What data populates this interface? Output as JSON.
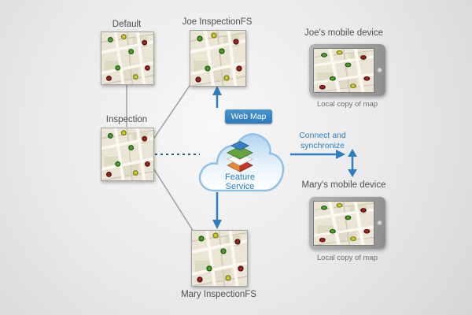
{
  "diagram": {
    "maps": {
      "default_label": "Default",
      "joe_fs_label": "Joe InspectionFS",
      "inspection_label": "Inspection",
      "mary_fs_label": "Mary InspectionFS"
    },
    "cloud": {
      "web_map_label": "Web Map",
      "feature_service_line1": "Feature",
      "feature_service_line2": "Service"
    },
    "devices": {
      "joe_title": "Joe's mobile device",
      "joe_caption": "Local copy of map",
      "mary_title": "Mary's mobile device",
      "mary_caption": "Local copy of map"
    },
    "sync": {
      "line1": "Connect and",
      "line2": "synchronize"
    }
  },
  "colors": {
    "accent_blue": "#2e7fc1",
    "connector_gray": "#9e9e9e",
    "label_gray": "#4f4f4f",
    "marker_green": "#4f9b2d",
    "marker_red": "#9b2423",
    "marker_yellow": "#c9cc2e"
  }
}
